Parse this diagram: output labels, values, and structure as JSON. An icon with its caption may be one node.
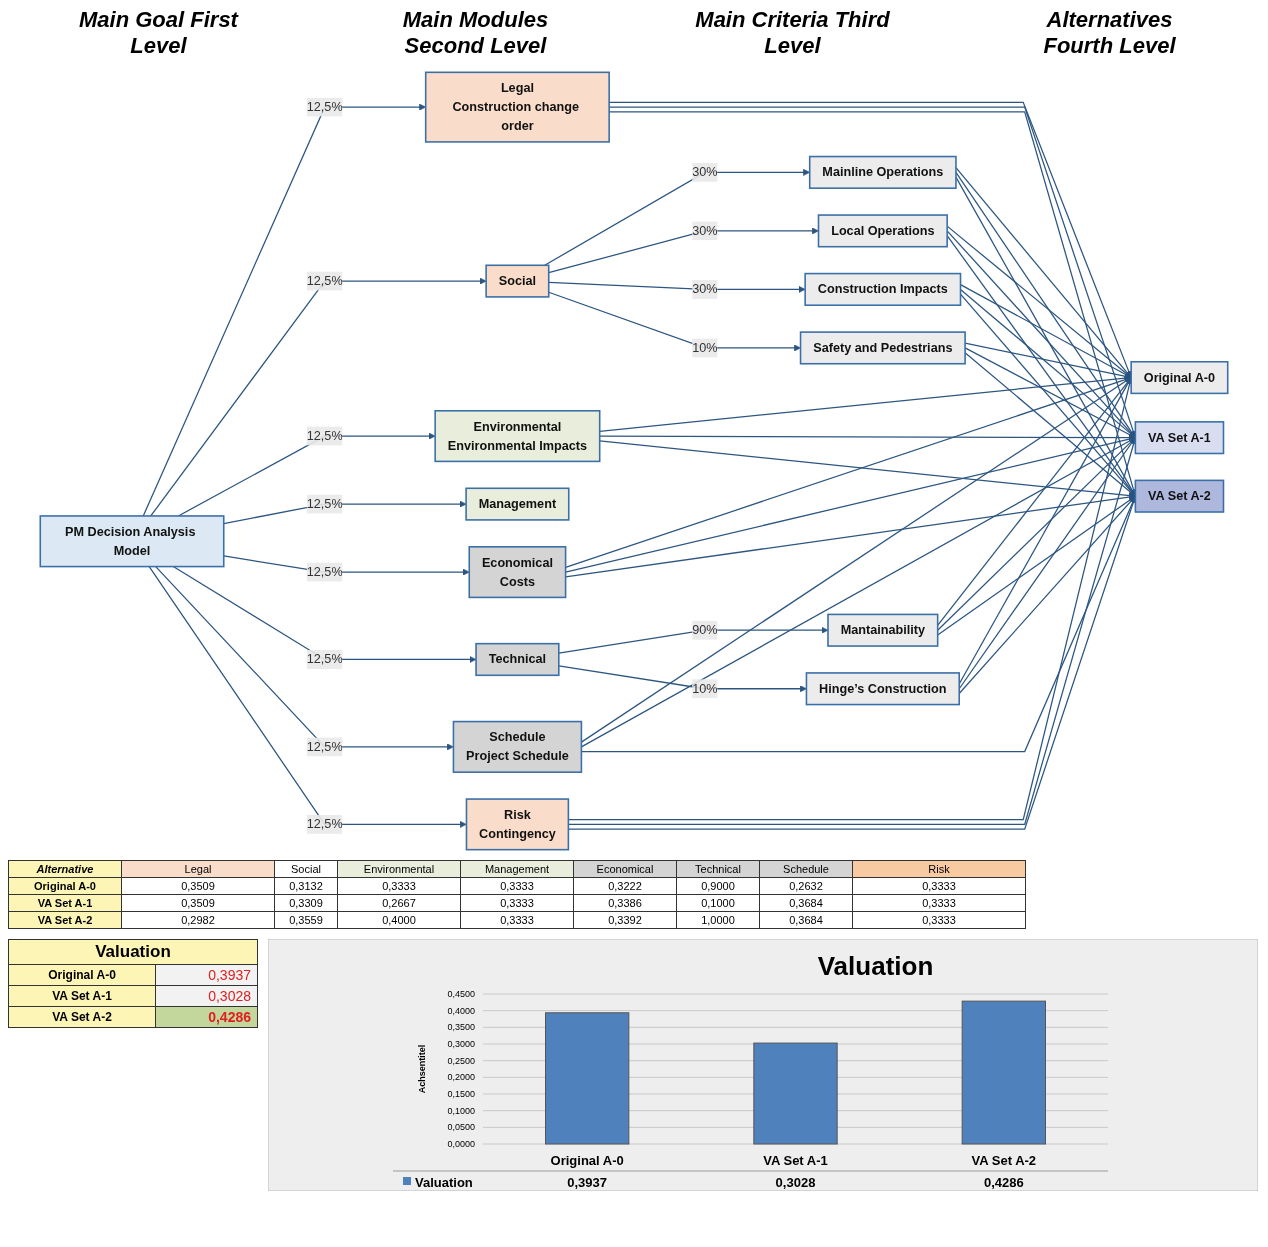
{
  "diagram": {
    "nodes": [
      {
        "text": [
          "PM Decision Analysis Model"
        ]
      },
      {
        "text": [
          "Legal",
          "Construction change order"
        ]
      },
      {
        "text": [
          "Social"
        ]
      },
      {
        "text": [
          "Environmental",
          "Environmental Impacts"
        ]
      },
      {
        "text": [
          "Management"
        ]
      },
      {
        "text": [
          "Economical",
          "Costs"
        ]
      },
      {
        "text": [
          "Technical"
        ]
      },
      {
        "text": [
          "Schedule",
          "Project Schedule"
        ]
      },
      {
        "text": [
          "Risk",
          "Contingency"
        ]
      },
      {
        "text": [
          "Mainline Operations"
        ]
      },
      {
        "text": [
          "Local Operations"
        ]
      },
      {
        "text": [
          "Construction Impacts"
        ]
      },
      {
        "text": [
          "Safety and Pedestrians"
        ]
      },
      {
        "text": [
          "Mantainability"
        ]
      },
      {
        "text": [
          "Hinge’s Construction"
        ]
      },
      {
        "text": [
          "Original A-0"
        ]
      },
      {
        "text": [
          "VA Set A-1"
        ]
      },
      {
        "text": [
          "VA Set A-2"
        ]
      }
    ],
    "edges": [
      {
        "from": 0,
        "to": 1,
        "arrow": "to",
        "label": "12,5%"
      },
      {
        "from": 0,
        "to": 2,
        "arrow": "to",
        "label": "12,5%"
      },
      {
        "from": 0,
        "to": 3,
        "arrow": "to",
        "label": "12,5%"
      },
      {
        "from": 0,
        "to": 4,
        "arrow": "to",
        "label": "12,5%"
      },
      {
        "from": 0,
        "to": 5,
        "arrow": "to",
        "label": "12,5%"
      },
      {
        "from": 0,
        "to": 6,
        "arrow": "to",
        "label": "12,5%"
      },
      {
        "from": 0,
        "to": 7,
        "arrow": "to",
        "label": "12,5%"
      },
      {
        "from": 0,
        "to": 8,
        "arrow": "to",
        "label": "12,5%"
      },
      {
        "from": 2,
        "to": 9,
        "arrow": "to",
        "label": "30%"
      },
      {
        "from": 2,
        "to": 10,
        "arrow": "to",
        "label": "30%"
      },
      {
        "from": 2,
        "to": 11,
        "arrow": "to",
        "label": "30%"
      },
      {
        "from": 2,
        "to": 12,
        "arrow": "to",
        "label": "10%"
      },
      {
        "from": 6,
        "to": 13,
        "arrow": "to",
        "label": "90%"
      },
      {
        "from": 6,
        "to": 14,
        "arrow": "to",
        "label": "10%"
      },
      {
        "from": 1,
        "to": 15,
        "arrow": "to"
      },
      {
        "from": 1,
        "to": 16,
        "arrow": "to"
      },
      {
        "from": 1,
        "to": 17,
        "arrow": "to"
      },
      {
        "from": 9,
        "to": 15,
        "arrow": "to"
      },
      {
        "from": 9,
        "to": 16,
        "arrow": "to"
      },
      {
        "from": 9,
        "to": 17,
        "arrow": "to"
      },
      {
        "from": 10,
        "to": 15,
        "arrow": "to"
      },
      {
        "from": 10,
        "to": 16,
        "arrow": "to"
      },
      {
        "from": 10,
        "to": 17,
        "arrow": "to"
      },
      {
        "from": 11,
        "to": 15,
        "arrow": "to"
      },
      {
        "from": 11,
        "to": 16,
        "arrow": "to"
      },
      {
        "from": 11,
        "to": 17,
        "arrow": "to"
      },
      {
        "from": 12,
        "to": 15,
        "arrow": "to"
      },
      {
        "from": 12,
        "to": 16,
        "arrow": "to"
      },
      {
        "from": 12,
        "to": 17,
        "arrow": "to"
      },
      {
        "from": 3,
        "to": 15,
        "arrow": "to"
      },
      {
        "from": 3,
        "to": 16,
        "arrow": "to"
      },
      {
        "from": 3,
        "to": 17,
        "arrow": "to"
      },
      {
        "from": 5,
        "to": 15,
        "arrow": "to"
      },
      {
        "from": 5,
        "to": 16,
        "arrow": "to"
      },
      {
        "from": 5,
        "to": 17,
        "arrow": "to"
      },
      {
        "from": 13,
        "to": 15,
        "arrow": "to"
      },
      {
        "from": 13,
        "to": 16,
        "arrow": "to"
      },
      {
        "from": 13,
        "to": 17,
        "arrow": "to"
      },
      {
        "from": 14,
        "to": 15,
        "arrow": "to"
      },
      {
        "from": 14,
        "to": 16,
        "arrow": "to"
      },
      {
        "from": 14,
        "to": 17,
        "arrow": "to"
      },
      {
        "from": 7,
        "to": 15,
        "arrow": "to"
      },
      {
        "from": 7,
        "to": 16,
        "arrow": "to"
      },
      {
        "from": 7,
        "to": 17,
        "arrow": "to"
      },
      {
        "from": 8,
        "to": 15,
        "arrow": "to"
      },
      {
        "from": 8,
        "to": 16,
        "arrow": "to"
      },
      {
        "from": 8,
        "to": 17,
        "arrow": "to"
      }
    ],
    "labels": [
      "Main Goal First Level",
      "Main Modules Second Level",
      "Main Criteria Third Level",
      "Alternatives Fourth Level",
      "Alternative",
      "Legal",
      "Social",
      "Environmental",
      "Management",
      "Economical",
      "Technical",
      "Schedule",
      "Risk",
      "Original A-0",
      "0,3509",
      "0,3132",
      "0,3333",
      "0,3333",
      "0,3222",
      "0,9000",
      "0,2632",
      "0,3333",
      "VA Set A-1",
      "0,3509",
      "0,3309",
      "0,2667",
      "0,3333",
      "0,3386",
      "0,1000",
      "0,3684",
      "0,3333",
      "VA Set A-2",
      "0,2982",
      "0,3559",
      "0,4000",
      "0,3333",
      "0,3392",
      "1,0000",
      "0,3684",
      "0,3333",
      "Valuation",
      "Original A-0",
      "0,3937",
      "VA Set A-1",
      "0,3028",
      "VA Set A-2",
      "0,4286"
    ],
    "chart_data": {
      "type": "bar",
      "title": "Valuation",
      "ylabel": "Achsentitel",
      "categories": [
        "Original A-0",
        "VA Set A-1",
        "VA Set A-2"
      ],
      "series": [
        {
          "name": "Valuation",
          "color": "#4f81bd",
          "values": [
            0.3937,
            0.3028,
            0.4286
          ]
        }
      ],
      "ylim": [
        0,
        0.45
      ],
      "yticks": [
        {
          "value": 0,
          "label": "0,0000"
        },
        {
          "value": 0.05,
          "label": "0,0500"
        },
        {
          "value": 0.1,
          "label": "0,1000"
        },
        {
          "value": 0.15,
          "label": "0,1500"
        },
        {
          "value": 0.2,
          "label": "0,2000"
        },
        {
          "value": 0.25,
          "label": "0,2500"
        },
        {
          "value": 0.3,
          "label": "0,3000"
        },
        {
          "value": 0.35,
          "label": "0,3500"
        },
        {
          "value": 0.4,
          "label": "0,4000"
        },
        {
          "value": 0.45,
          "label": "0,4500"
        }
      ],
      "grid": true,
      "value_labels": [
        "0,3937",
        "0,3028",
        "0,4286"
      ]
    }
  }
}
